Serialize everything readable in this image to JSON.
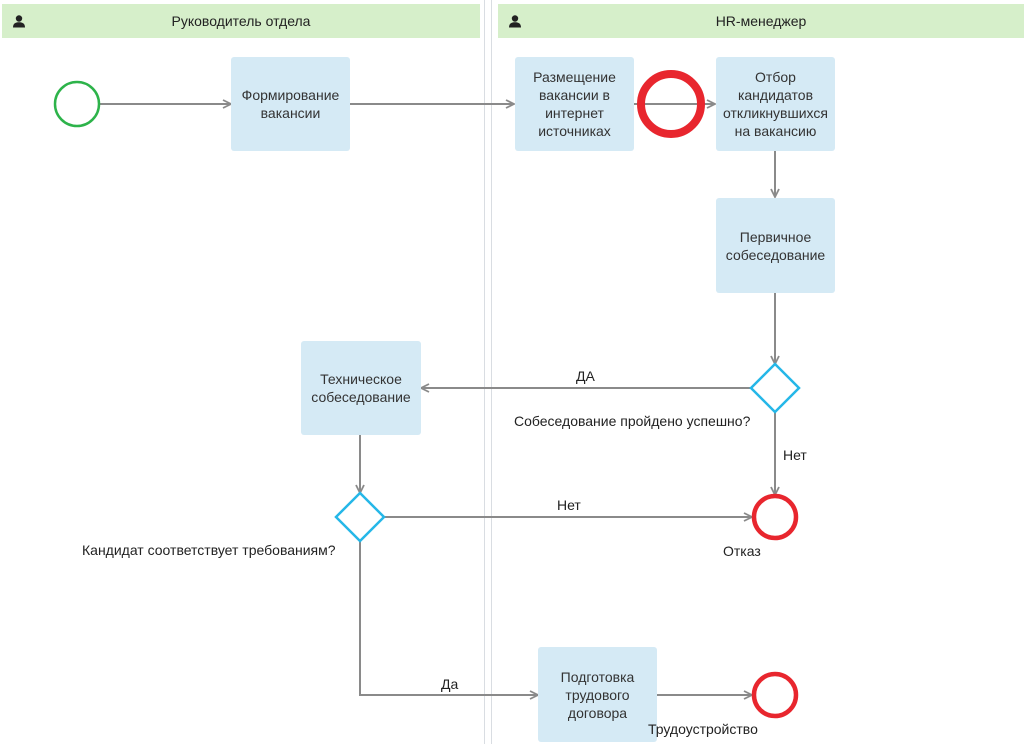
{
  "lanes": [
    {
      "title": "Руководитель отдела"
    },
    {
      "title": "HR-менеджер"
    }
  ],
  "tasks": {
    "formation": "Формирование вакансии",
    "posting": "Размещение вакансии в интернет источниках",
    "selection": "Отбор кандидатов откликнувшихся на вакансию",
    "primary": "Первичное собеседование",
    "technical": "Техническое собеседование",
    "contract": "Подготовка трудового договора"
  },
  "gateways": {
    "interview": "Собеседование пройдено успешно?",
    "candidate": "Кандидат соответствует требованиям?"
  },
  "flow_labels": {
    "yes_caps": "ДА",
    "no_1": "Нет",
    "no_2": "Нет",
    "yes": "Да"
  },
  "end_events": {
    "refusal": "Отказ",
    "hired": "Трудоустройство"
  },
  "colors": {
    "lane_header": "#d6efca",
    "task_fill": "#d5eaf5",
    "start": "#2db34a",
    "end": "#e8262e",
    "gateway": "#25b7e8",
    "connector": "#8a8a8a"
  }
}
